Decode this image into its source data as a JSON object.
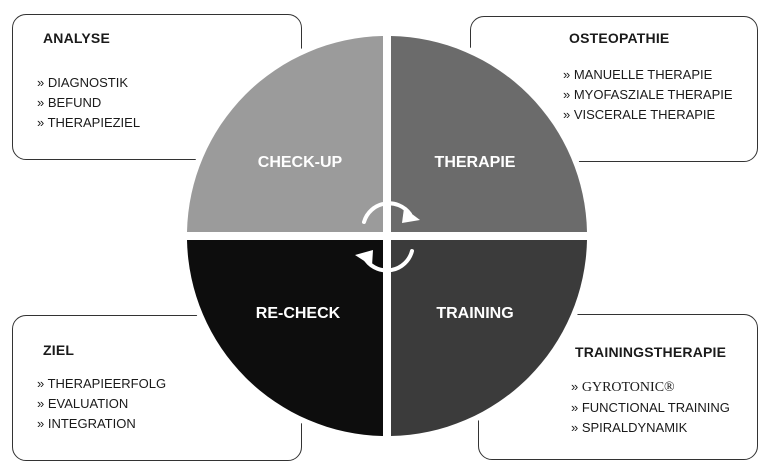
{
  "quadrants": {
    "top_left": {
      "label": "CHECK-UP",
      "color": "#9b9b9b"
    },
    "top_right": {
      "label": "THERAPIE",
      "color": "#6b6b6b"
    },
    "bottom_left": {
      "label": "RE-CHECK",
      "color": "#0d0d0d"
    },
    "bottom_right": {
      "label": "TRAINING",
      "color": "#3b3b3b"
    }
  },
  "boxes": {
    "analyse": {
      "title": "ANALYSE",
      "items": [
        "» DIAGNOSTIK",
        "» BEFUND",
        "» THERAPIEZIEL"
      ]
    },
    "osteopathie": {
      "title": "OSTEOPATHIE",
      "items": [
        "» MANUELLE THERAPIE",
        "» MYOFASZIALE THERAPIE",
        "» VISCERALE THERAPIE"
      ]
    },
    "ziel": {
      "title": "ZIEL",
      "items": [
        "» THERAPIEERFOLG",
        "» EVALUATION",
        "» INTEGRATION"
      ]
    },
    "trainingstherapie": {
      "title": "TRAININGSTHERAPIE",
      "items_prefix": "» ",
      "items_first": "GYROTONIC®",
      "items": [
        "» FUNCTIONAL TRAINING",
        "» SPIRALDYNAMIK"
      ]
    }
  },
  "icons": {
    "cycle_top": "cycle-arrow-icon",
    "cycle_bottom": "cycle-arrow-icon"
  }
}
